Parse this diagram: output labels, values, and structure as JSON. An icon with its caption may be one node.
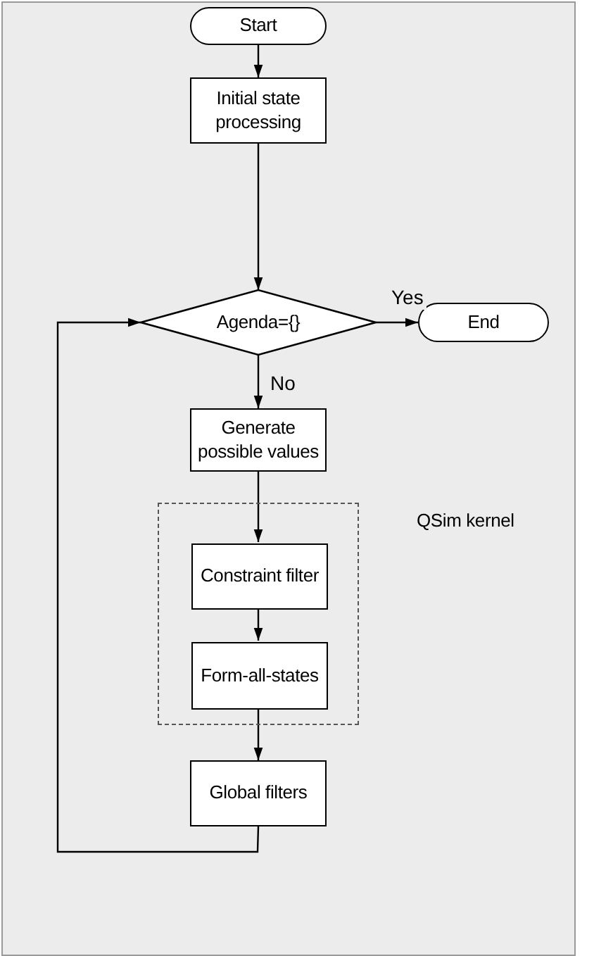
{
  "diagram": {
    "nodes": [
      {
        "text": [
          "Start"
        ]
      },
      {
        "text": [
          "Initial state processing"
        ]
      },
      {
        "text": [
          "Agenda={}"
        ]
      },
      {
        "text": [
          "End"
        ]
      },
      {
        "text": [
          "Generate possible values"
        ]
      },
      {
        "text": [
          "QSim kernel"
        ]
      },
      {
        "text": [
          "Constraint filter"
        ],
        "in": 5
      },
      {
        "text": [
          "Form-all-states"
        ],
        "in": 5
      },
      {
        "text": [
          "Global filters"
        ]
      }
    ],
    "edges": [
      {
        "from": 0,
        "to": 1,
        "arrow": "to"
      },
      {
        "from": 1,
        "to": 2,
        "arrow": "to"
      },
      {
        "from": 2,
        "to": 3,
        "arrow": "to",
        "label": "Yes"
      },
      {
        "from": 2,
        "to": 4,
        "arrow": "to",
        "label": "No"
      },
      {
        "from": 4,
        "to": 6,
        "arrow": "to"
      },
      {
        "from": 6,
        "to": 7,
        "arrow": "to"
      },
      {
        "from": 7,
        "to": 8,
        "arrow": "to"
      },
      {
        "from": 8,
        "to": 2,
        "arrow": "to"
      }
    ]
  }
}
